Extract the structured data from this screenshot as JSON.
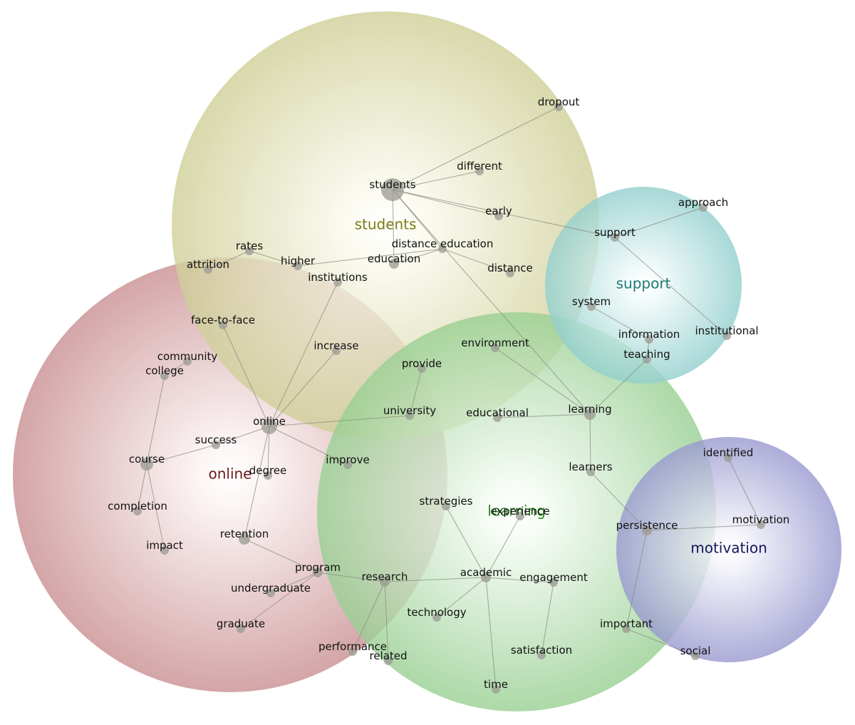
{
  "clusters": [
    {
      "id": "online",
      "label": "online",
      "color": "#c98f92",
      "label_color": "#6b1a1a"
    },
    {
      "id": "students",
      "label": "students",
      "color": "#cfcf98",
      "label_color": "#7a7a15"
    },
    {
      "id": "learning",
      "label": "learning",
      "color": "#98cf92",
      "label_color": "#2a8a1f"
    },
    {
      "id": "support",
      "label": "support",
      "color": "#92cfcd",
      "label_color": "#1d7a72"
    },
    {
      "id": "motivation",
      "label": "motivation",
      "color": "#9898cf",
      "label_color": "#15155e"
    }
  ],
  "terms": [
    "students",
    "dropout",
    "different",
    "early",
    "support",
    "approach",
    "distance education",
    "education",
    "distance",
    "rates",
    "attrition",
    "higher",
    "institutions",
    "system",
    "information",
    "institutional",
    "teaching",
    "environment",
    "face-to-face",
    "increase",
    "community",
    "college",
    "provide",
    "university",
    "educational",
    "learning",
    "online",
    "success",
    "course",
    "degree",
    "improve",
    "learners",
    "identified",
    "strategies",
    "experience",
    "motivation",
    "persistence",
    "completion",
    "retention",
    "impact",
    "program",
    "research",
    "academic",
    "engagement",
    "undergraduate",
    "technology",
    "graduate",
    "important",
    "performance",
    "related",
    "satisfaction",
    "social",
    "time"
  ],
  "edges": [
    [
      "students",
      "dropout"
    ],
    [
      "students",
      "different"
    ],
    [
      "students",
      "early"
    ],
    [
      "students",
      "support"
    ],
    [
      "students",
      "distance education"
    ],
    [
      "students",
      "education"
    ],
    [
      "students",
      "learning"
    ],
    [
      "distance education",
      "distance"
    ],
    [
      "distance education",
      "education"
    ],
    [
      "distance education",
      "higher"
    ],
    [
      "rates",
      "higher"
    ],
    [
      "rates",
      "attrition"
    ],
    [
      "support",
      "approach"
    ],
    [
      "support",
      "institutional"
    ],
    [
      "system",
      "information"
    ],
    [
      "teaching",
      "information"
    ],
    [
      "teaching",
      "learning"
    ],
    [
      "environment",
      "learning"
    ],
    [
      "institutions",
      "online"
    ],
    [
      "face-to-face",
      "online"
    ],
    [
      "increase",
      "online"
    ],
    [
      "online",
      "success"
    ],
    [
      "online",
      "university"
    ],
    [
      "online",
      "degree"
    ],
    [
      "online",
      "improve"
    ],
    [
      "online",
      "retention"
    ],
    [
      "provide",
      "university"
    ],
    [
      "educational",
      "learning"
    ],
    [
      "learning",
      "learners"
    ],
    [
      "learners",
      "persistence"
    ],
    [
      "community",
      "college"
    ],
    [
      "college",
      "course"
    ],
    [
      "course",
      "success"
    ],
    [
      "course",
      "completion"
    ],
    [
      "course",
      "impact"
    ],
    [
      "retention",
      "program"
    ],
    [
      "program",
      "undergraduate"
    ],
    [
      "program",
      "graduate"
    ],
    [
      "program",
      "research"
    ],
    [
      "research",
      "academic"
    ],
    [
      "research",
      "related"
    ],
    [
      "research",
      "performance"
    ],
    [
      "academic",
      "strategies"
    ],
    [
      "academic",
      "experience"
    ],
    [
      "academic",
      "engagement"
    ],
    [
      "academic",
      "technology"
    ],
    [
      "academic",
      "time"
    ],
    [
      "engagement",
      "satisfaction"
    ],
    [
      "identified",
      "motivation"
    ],
    [
      "persistence",
      "motivation"
    ],
    [
      "persistence",
      "important"
    ],
    [
      "important",
      "social"
    ]
  ]
}
